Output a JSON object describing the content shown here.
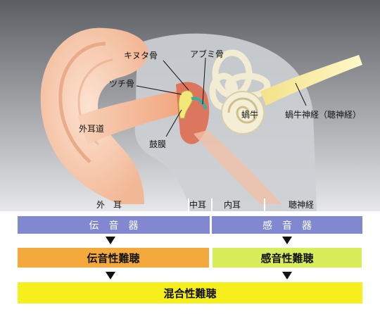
{
  "labels": {
    "kinuta": "キヌタ骨",
    "abumi": "アブミ骨",
    "tsuchi": "ツチ骨",
    "gaijido": "外耳道",
    "kagyu": "蝸牛",
    "kagyu_nerve": "蝸牛神経（聴神経）",
    "komaku": "鼓膜"
  },
  "regions": {
    "outer": "外　耳",
    "middle": "中耳",
    "inner": "内耳",
    "nerve": "聴神経"
  },
  "bars": {
    "conductive_organ": "伝音器",
    "sensory_organ": "感音器",
    "conductive_loss": "伝音性難聴",
    "sensorineural_loss": "感音性難聴",
    "mixed_loss": "混合性難聴"
  },
  "colors": {
    "organ_bar": "#8188cf",
    "conductive_bar": "#f4a93c",
    "sensorineural_bar": "#d7ee5a",
    "mixed_bar": "#f6ef1c",
    "skin": "#f6c6a8",
    "bone": "#c9ccd0"
  }
}
